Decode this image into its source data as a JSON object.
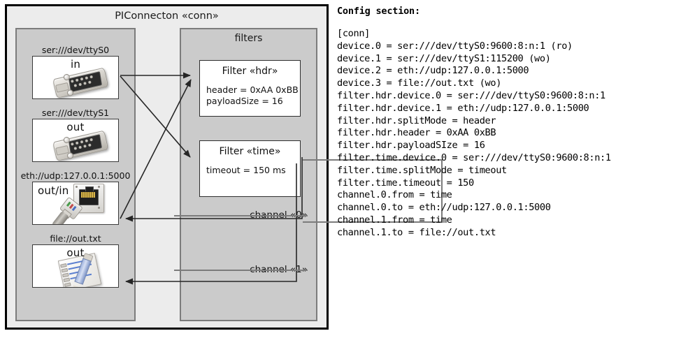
{
  "diagram": {
    "title": "PIConnecton «conn»",
    "devices_panel": {
      "devices": [
        {
          "label": "ser:///dev/ttyS0",
          "kind": "in",
          "icon": "serial-db9-icon"
        },
        {
          "label": "ser:///dev/ttyS1",
          "kind": "out",
          "icon": "serial-db9-icon"
        },
        {
          "label": "eth://udp:127.0.0.1:5000",
          "kind": "out/in",
          "icon": "ethernet-rj45-icon"
        },
        {
          "label": "file://out.txt",
          "kind": "out",
          "icon": "notepad-pencil-icon"
        }
      ]
    },
    "filters_panel": {
      "title": "filters",
      "filters": [
        {
          "title": "Filter «hdr»",
          "props": [
            "header = 0xAA 0xBB",
            "payloadSize = 16"
          ]
        },
        {
          "title": "Filter «time»",
          "props": [
            "timeout = 150 ms"
          ]
        }
      ],
      "channels": [
        {
          "label": "channel «0»"
        },
        {
          "label": "channel «1»"
        }
      ]
    }
  },
  "config": {
    "heading": "Config section:",
    "text": "[conn]\ndevice.0 = ser:///dev/ttyS0:9600:8:n:1 (ro)\ndevice.1 = ser:///dev/ttyS1:115200 (wo)\ndevice.2 = eth://udp:127.0.0.1:5000\ndevice.3 = file://out.txt (wo)\nfilter.hdr.device.0 = ser:///dev/ttyS0:9600:8:n:1\nfilter.hdr.device.1 = eth://udp:127.0.0.1:5000\nfilter.hdr.splitMode = header\nfilter.hdr.header = 0xAA 0xBB\nfilter.hdr.payloadSIze = 16\nfilter.time.device.0 = ser:///dev/ttyS0:9600:8:n:1\nfilter.time.splitMode = timeout\nfilter.time.timeout = 150\nchannel.0.from = time\nchannel.0.to = eth://udp:127.0.0.1:5000\nchannel.1.from = time\nchannel.1.to = file://out.txt"
  },
  "colors": {
    "page_background": "#ffffff",
    "outer_frame_fill": "#ececec",
    "outer_frame_border": "#000000",
    "panel_fill": "#cbcbcb",
    "panel_border": "#7c7c7c",
    "box_fill": "#ffffff",
    "box_border": "#2e2e2e",
    "edge_stroke": "#262626",
    "text": "#111111"
  }
}
